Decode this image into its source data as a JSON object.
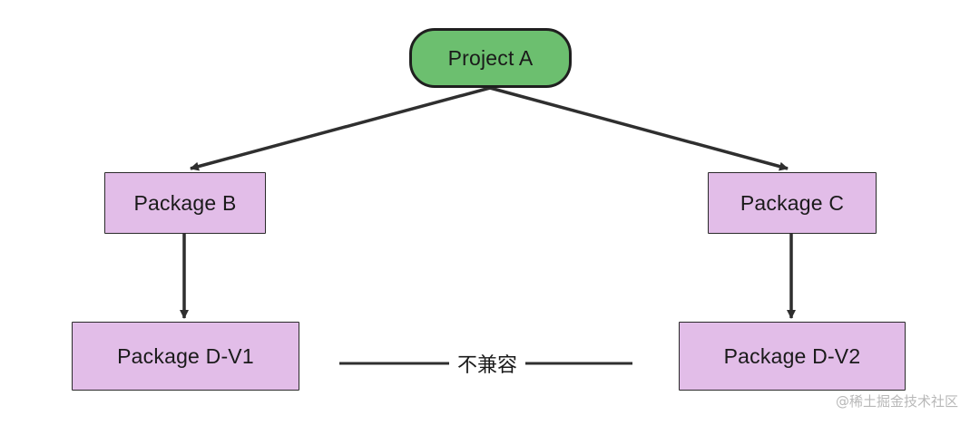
{
  "diagram": {
    "nodes": {
      "project_a": "Project A",
      "package_b": "Package B",
      "package_c": "Package C",
      "package_d_v1": "Package D-V1",
      "package_d_v2": "Package D-V2"
    },
    "edges": [
      {
        "from": "Project A",
        "to": "Package B",
        "style": "arrow"
      },
      {
        "from": "Project A",
        "to": "Package C",
        "style": "arrow"
      },
      {
        "from": "Package B",
        "to": "Package D-V1",
        "style": "arrow"
      },
      {
        "from": "Package C",
        "to": "Package D-V2",
        "style": "arrow"
      },
      {
        "from": "Package D-V1",
        "to": "Package D-V2",
        "style": "line"
      }
    ],
    "incompatible_label": "不兼容",
    "colors": {
      "project_fill": "#6cbf6f",
      "package_fill": "#e2bde8",
      "stroke": "#2a2a2a"
    }
  },
  "watermark": "@稀土掘金技术社区"
}
